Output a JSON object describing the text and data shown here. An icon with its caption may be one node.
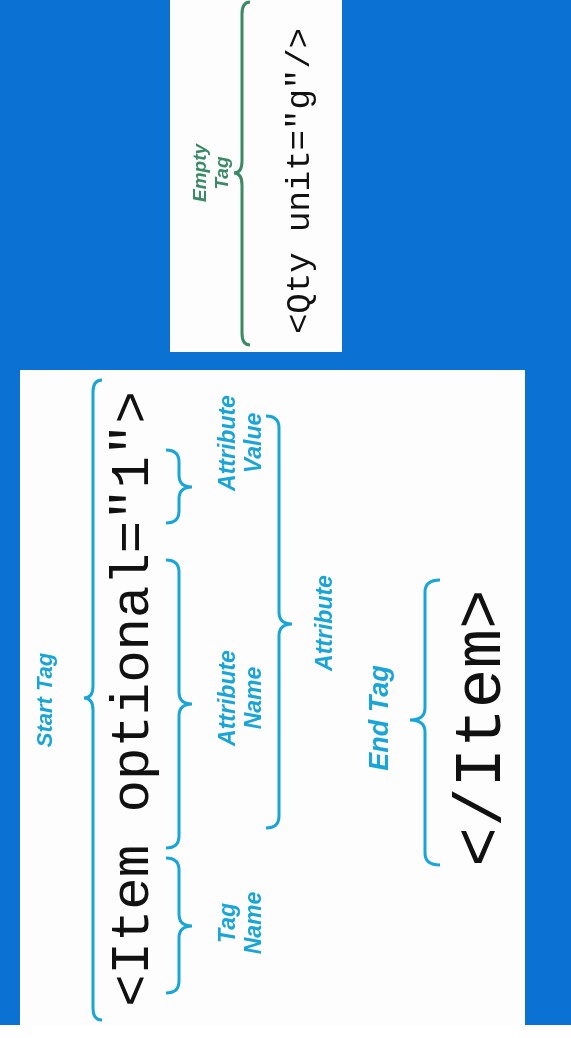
{
  "diagram": {
    "labels": [
      "Empty Tag",
      "<Qty unit=\"g\"/>",
      "Start Tag",
      "<Item optional=\"1\">",
      "Tag Name",
      "Attribute Name",
      "Attribute Value",
      "Attribute",
      "End Tag",
      "</Item>"
    ]
  }
}
